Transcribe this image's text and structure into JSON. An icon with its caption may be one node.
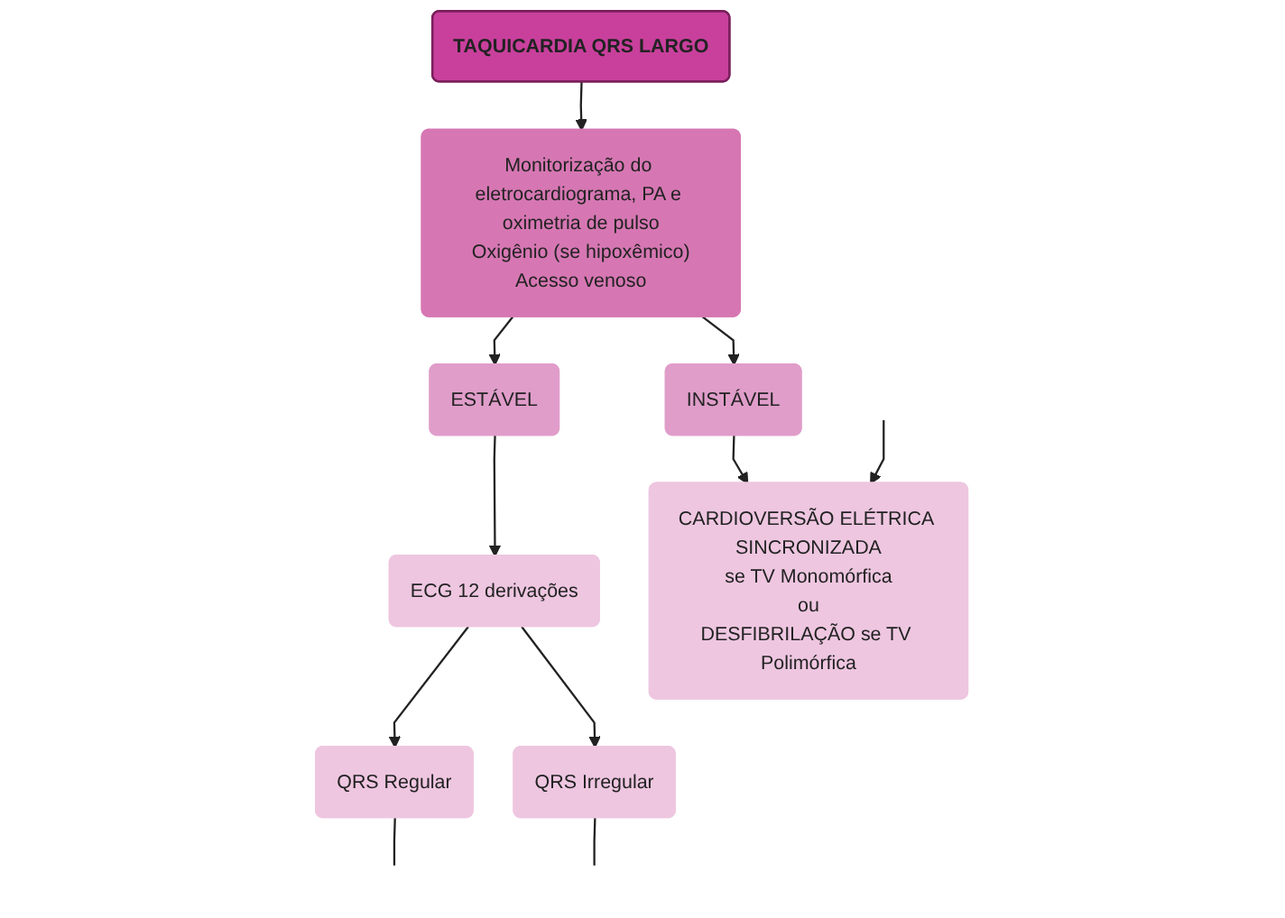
{
  "diagram": {
    "nodes": [
      {
        "text": [
          "TAQUICARDIA QRS LARGO"
        ]
      },
      {
        "text": [
          "Monitorização do eletrocardiograma, PA e oximetria de pulso",
          "Oxigênio (se hipoxêmico)",
          "Acesso venoso"
        ]
      },
      {
        "text": [
          "ESTÁVEL"
        ]
      },
      {
        "text": [
          "INSTÁVEL"
        ]
      },
      {
        "text": [
          "ECG 12 derivações"
        ]
      },
      {
        "text": [
          "CARDIOVERSÃO ELÉTRICA SINCRONIZADA",
          "se TV Monomórfica",
          "ou",
          "DESFIBRILAÇÃO se TV Polimórfica"
        ]
      },
      {
        "text": [
          "QRS Regular"
        ]
      },
      {
        "text": [
          "QRS Irregular"
        ]
      }
    ],
    "edges": [
      {
        "from": 0,
        "to": 1,
        "arrow": "to"
      },
      {
        "from": 1,
        "to": 2,
        "arrow": "to"
      },
      {
        "from": 1,
        "to": 3,
        "arrow": "to"
      },
      {
        "from": 2,
        "to": 4,
        "arrow": "to"
      },
      {
        "from": 3,
        "to": 5,
        "arrow": "to"
      },
      {
        "from": 4,
        "to": 6,
        "arrow": "to"
      },
      {
        "from": 4,
        "to": 7,
        "arrow": "to"
      },
      {
        "from": null,
        "to": 5,
        "arrow": "to"
      },
      {
        "from": 6,
        "to": null,
        "arrow": "none"
      },
      {
        "from": 7,
        "to": null,
        "arrow": "none"
      }
    ]
  }
}
